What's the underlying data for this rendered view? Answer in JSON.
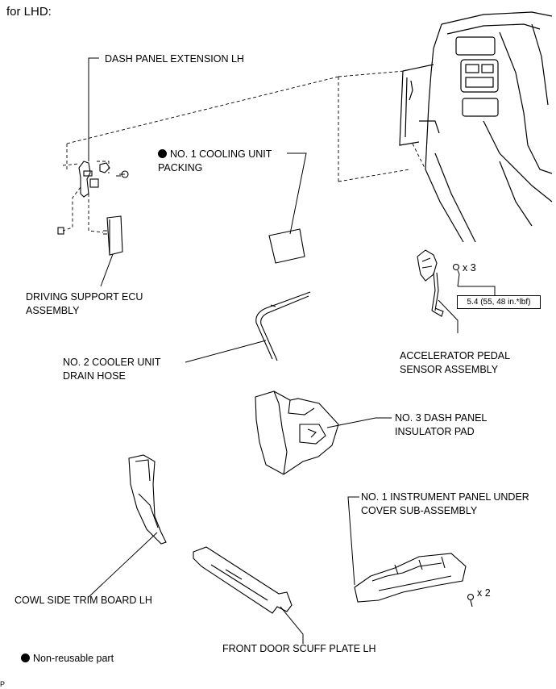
{
  "header": "for LHD:",
  "labels": {
    "dash_panel_ext": "DASH PANEL EXTENSION LH",
    "cooling_packing_1": "NO. 1 COOLING UNIT",
    "cooling_packing_2": "PACKING",
    "driving_ecu_1": "DRIVING SUPPORT ECU",
    "driving_ecu_2": "ASSEMBLY",
    "accel_pedal_1": "ACCELERATOR PEDAL",
    "accel_pedal_2": "SENSOR ASSEMBLY",
    "drain_hose_1": "NO. 2 COOLER UNIT",
    "drain_hose_2": "DRAIN HOSE",
    "insulator_1": "NO. 3 DASH PANEL",
    "insulator_2": "INSULATOR PAD",
    "under_cover_1": "NO. 1 INSTRUMENT PANEL UNDER",
    "under_cover_2": "COVER SUB-ASSEMBLY",
    "cowl_trim": "COWL SIDE TRIM BOARD LH",
    "scuff_plate": "FRONT DOOR SCUFF PLATE LH",
    "legend": "Non-reusable part"
  },
  "qty": {
    "accel_nuts": "x 3",
    "cover_bolts": "x 2"
  },
  "torque": "5.4 (55, 48 in.*lbf)",
  "footer": "P"
}
